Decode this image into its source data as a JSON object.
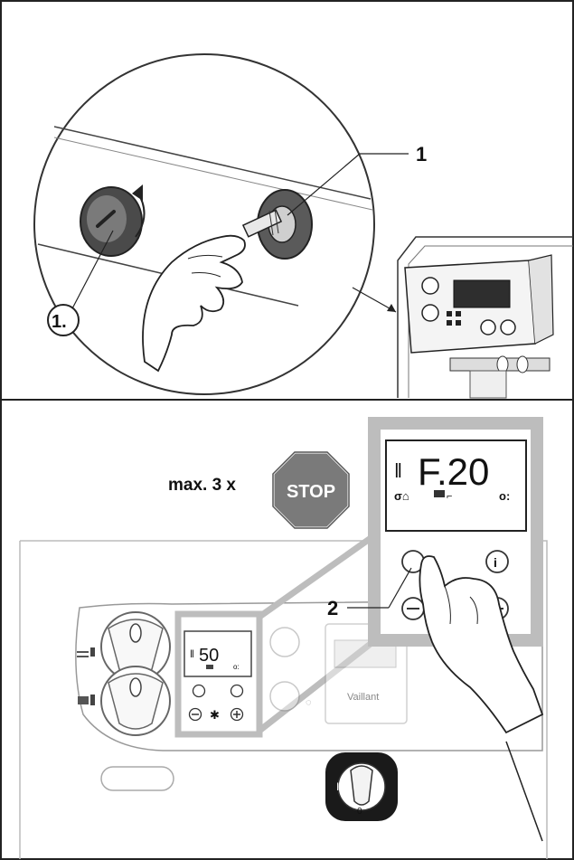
{
  "top_panel": {
    "callout_number": "1",
    "step_label": "1."
  },
  "bottom_panel": {
    "repeat_label": "max. 3 x",
    "stop_sign_text": "STOP",
    "zoom_display_code": "F.20",
    "small_display_value": "50",
    "callout_number": "2",
    "brand_label": "Vaillant",
    "colors": {
      "zoom_frame": "#bdbdbd",
      "stop_fill": "#7a7a7a"
    }
  }
}
